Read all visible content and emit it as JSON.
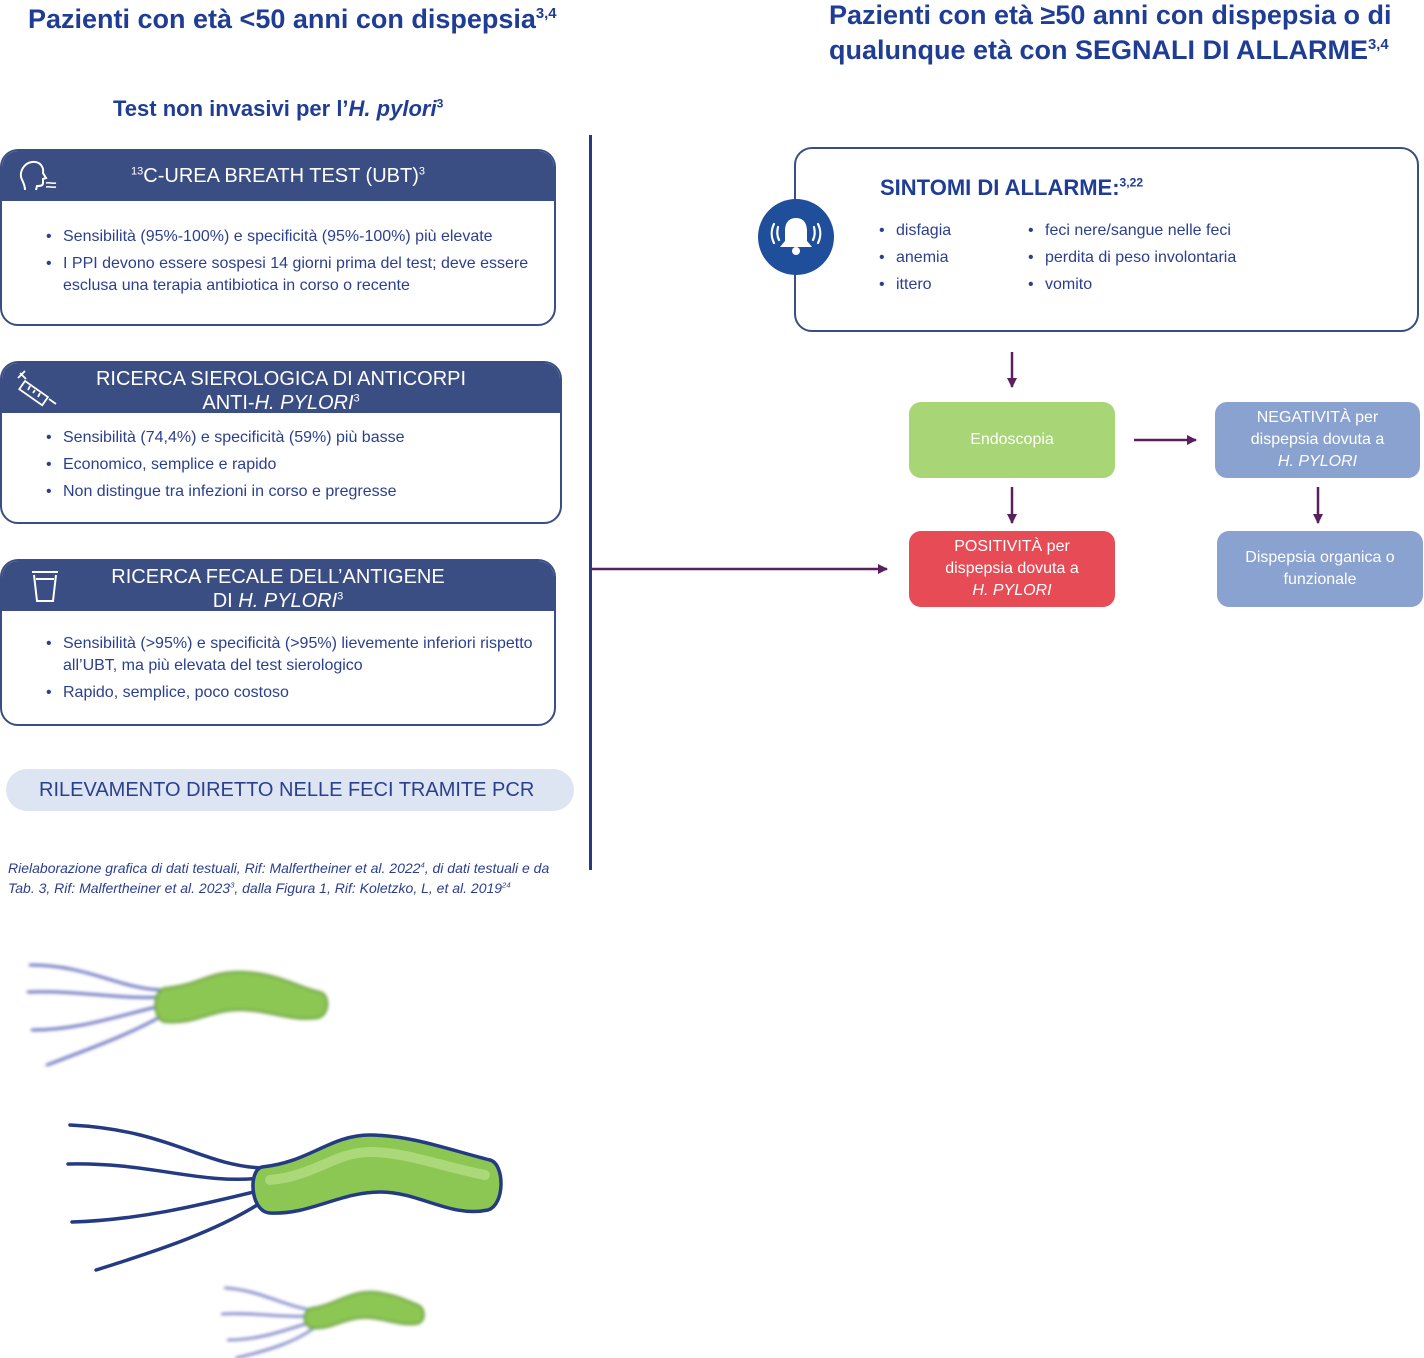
{
  "left": {
    "heading": "Pazienti con età <50 anni con dispepsia",
    "heading_ref": "3,4",
    "subheading": "Test non invasivi per l’",
    "subheading_italic": "H. pylori",
    "subheading_ref": "3",
    "cards": [
      {
        "title_pre": "13",
        "title": "C-UREA BREATH TEST (UBT)",
        "title_ref": "3",
        "icon": "breath-icon",
        "bullets": [
          "Sensibilità (95%-100%) e specificità (95%-100%) più elevate",
          "I PPI devono essere sospesi 14 giorni prima del test; deve essere esclusa una terapia antibiotica in corso o recente"
        ]
      },
      {
        "title_line1": "RICERCA SIEROLOGICA DI ANTICORPI",
        "title_line2_pre": "ANTI-",
        "title_line2_italic": "H. PYLORI",
        "title_ref": "3",
        "icon": "syringe-icon",
        "bullets": [
          "Sensibilità (74,4%) e specificità (59%) più basse",
          "Economico, semplice e rapido",
          "Non distingue tra infezioni in corso e pregresse"
        ]
      },
      {
        "title_line1": "RICERCA FECALE DELL’ANTIGENE",
        "title_line2_pre": "DI ",
        "title_line2_italic": "H. PYLORI",
        "title_ref": "3",
        "icon": "sample-cup-icon",
        "bullets": [
          "Sensibilità (>95%) e specificità (>95%) lievemente inferiori rispetto all’UBT, ma più elevata del test sierologico",
          "Rapido, semplice, poco costoso"
        ]
      }
    ],
    "pcr_label": "RILEVAMENTO DIRETTO NELLE FECI TRAMITE PCR",
    "source_a": "Rielaborazione grafica di dati testuali, Rif: Malfertheiner et al. 2022",
    "source_a_ref": "4",
    "source_b": ", di dati testuali e da Tab. 3, Rif: Malfertheiner et al. 2023",
    "source_b_ref": "3",
    "source_c": ", dalla Figura 1, Rif: Koletzko, L, et al. 2019",
    "source_c_ref": "24"
  },
  "right": {
    "heading_line1": "Pazienti con età ≥50 anni con dispepsia o di",
    "heading_line2": "qualunque età con SEGNALI DI ALLARME",
    "heading_ref": "3,4",
    "alarm_title": "SINTOMI DI ALLARME:",
    "alarm_ref": "3,22",
    "alarm_icon": "bell-icon",
    "symptoms_col1": [
      "disfagia",
      "anemia",
      "ittero"
    ],
    "symptoms_col2": [
      "feci nere/sangue nelle feci",
      "perdita di peso involontaria",
      "vomito"
    ],
    "endoscopy": "Endoscopia",
    "negative_line1": "NEGATIVITÀ per",
    "negative_line2": "dispepsia dovuta a",
    "negative_italic": "H. PYLORI",
    "positive_line1": "POSITIVITÀ per",
    "positive_line2": "dispepsia dovuta a",
    "positive_italic": "H. PYLORI",
    "dyspepsia": "Dispepsia organica o funzionale"
  },
  "colors": {
    "navy": "#1f3d94",
    "header_band": "#3b4e84",
    "arrow": "#5a1f5e",
    "endoscopy": "#a8d575",
    "negative": "#8aa2cf",
    "positive": "#e64b56",
    "pcr_bg": "#dde4f2",
    "bacteria": "#8cc653"
  }
}
